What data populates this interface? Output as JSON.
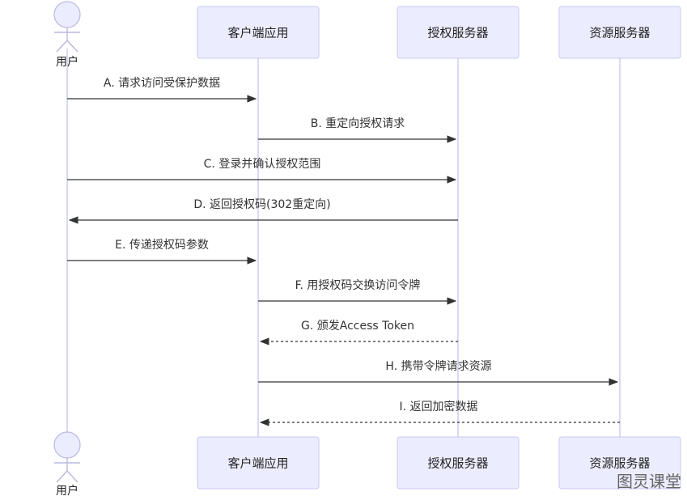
{
  "diagram": {
    "participants": [
      {
        "id": "user",
        "label": "用户",
        "kind": "actor"
      },
      {
        "id": "client",
        "label": "客户端应用",
        "kind": "box"
      },
      {
        "id": "auth",
        "label": "授权服务器",
        "kind": "box"
      },
      {
        "id": "resource",
        "label": "资源服务器",
        "kind": "box"
      }
    ],
    "messages": [
      {
        "from": "user",
        "to": "client",
        "label": "A. 请求访问受保护数据",
        "style": "solid"
      },
      {
        "from": "client",
        "to": "auth",
        "label": "B. 重定向授权请求",
        "style": "solid"
      },
      {
        "from": "user",
        "to": "auth",
        "label": "C. 登录并确认授权范围",
        "style": "solid"
      },
      {
        "from": "auth",
        "to": "user",
        "label": "D. 返回授权码(302重定向)",
        "style": "solid"
      },
      {
        "from": "user",
        "to": "client",
        "label": "E. 传递授权码参数",
        "style": "solid"
      },
      {
        "from": "client",
        "to": "auth",
        "label": "F. 用授权码交换访问令牌",
        "style": "solid"
      },
      {
        "from": "auth",
        "to": "client",
        "label": "G. 颁发Access Token",
        "style": "dashed"
      },
      {
        "from": "client",
        "to": "resource",
        "label": "H. 携带令牌请求资源",
        "style": "solid"
      },
      {
        "from": "resource",
        "to": "client",
        "label": "I. 返回加密数据",
        "style": "dashed"
      }
    ]
  },
  "watermark": "图灵课堂"
}
